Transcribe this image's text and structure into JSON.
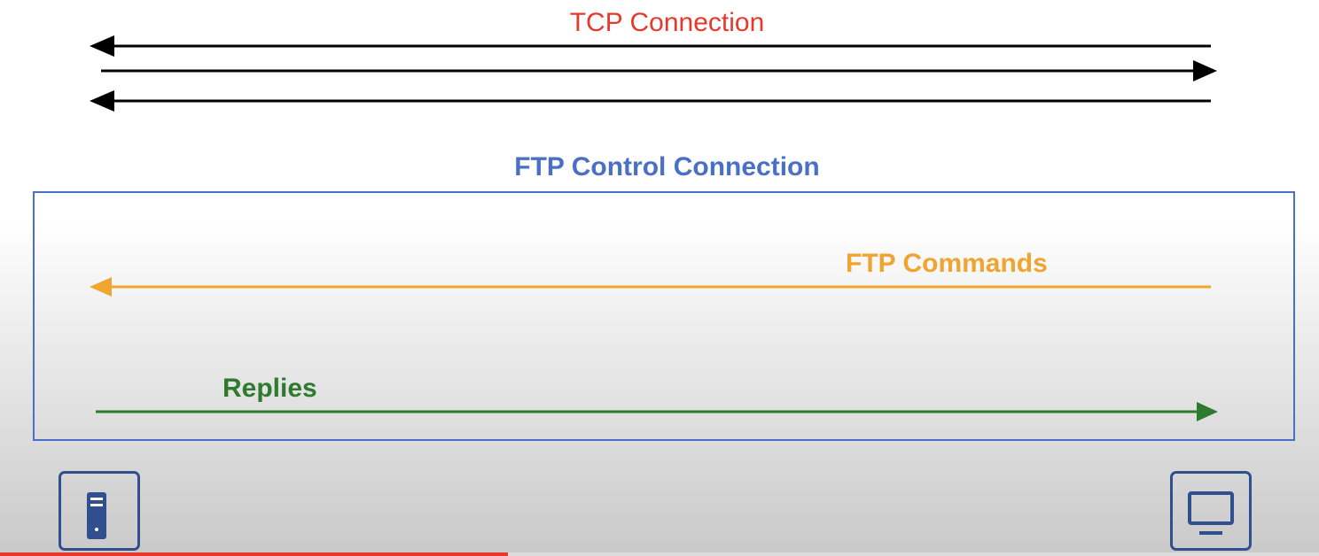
{
  "tcp": {
    "title": "TCP Connection",
    "color": "#e8382b",
    "arrow_color": "#000000"
  },
  "ftp_control": {
    "title": "FTP Control Connection",
    "color": "#4a6fc7"
  },
  "commands": {
    "label": "FTP Commands",
    "color": "#f0a530"
  },
  "replies": {
    "label": "Replies",
    "color": "#2e7a2e"
  },
  "devices": {
    "left": "server-icon",
    "right": "computer-icon",
    "color": "#2f4f8f"
  },
  "video_progress": {
    "played_fraction": 0.385,
    "color": "#e8382b"
  }
}
